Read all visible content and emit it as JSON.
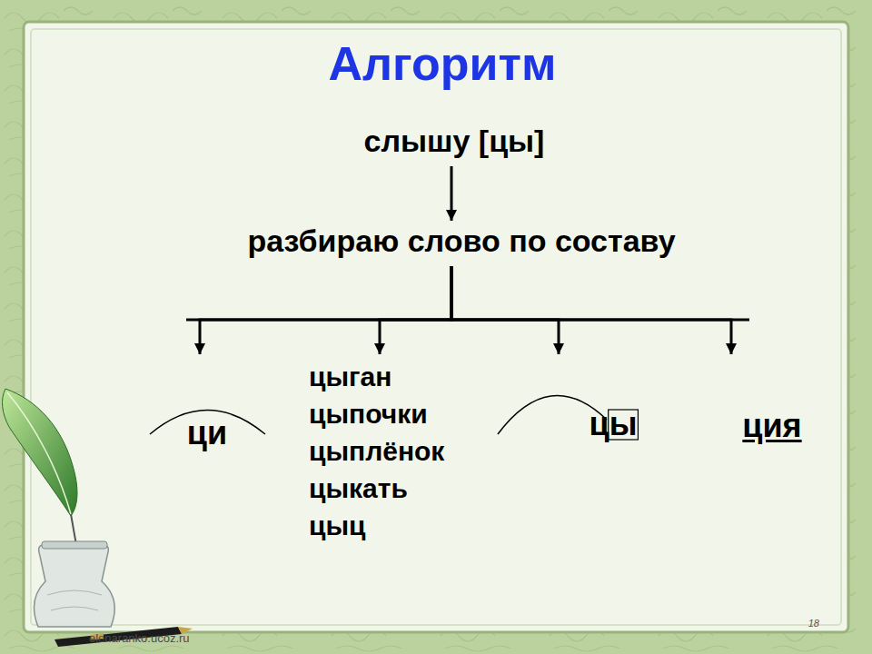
{
  "diagram": {
    "title": "Алгоритм",
    "nodes": [
      {
        "text": [
          "слышу [цы]"
        ]
      },
      {
        "text": [
          "разбираю слово по составу"
        ]
      },
      {
        "text": [
          "ци"
        ]
      },
      {
        "text": [
          "цыган",
          "цыпочки",
          "цыплёнок",
          "цыкать",
          "цыц"
        ]
      },
      {
        "text": [
          "цы"
        ]
      },
      {
        "text": [
          "ция"
        ]
      }
    ],
    "edges": [
      {
        "from": 0,
        "to": 1,
        "arrow": "to"
      },
      {
        "from": 1,
        "to": 2,
        "arrow": "to"
      },
      {
        "from": 1,
        "to": 3,
        "arrow": "to"
      },
      {
        "from": 1,
        "to": 4,
        "arrow": "to"
      },
      {
        "from": 1,
        "to": 5,
        "arrow": "to"
      }
    ],
    "labels": [
      "elenaranko.ucoz.ru",
      "18"
    ]
  }
}
